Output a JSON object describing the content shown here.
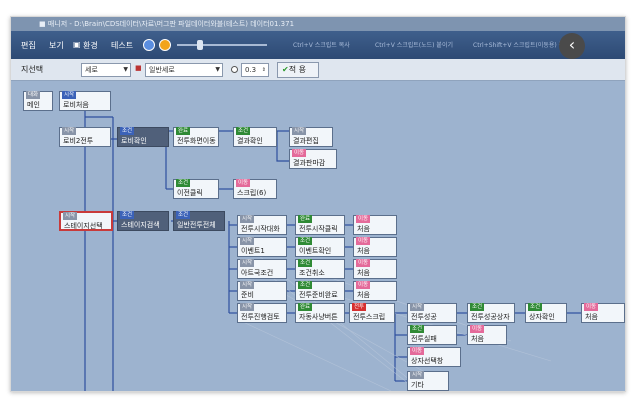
{
  "window": {
    "title": "■ 매니저 - D:\\Brain\\CDS데이터\\자료\\머그판 파일데이터와블(테스트) 데이터01.371"
  },
  "menu": {
    "edit": "편집",
    "view": "보기",
    "env": "환경",
    "test": "테스트"
  },
  "top_buttons": [
    "Ctrl+V 스크립트 복사",
    "Ctrl+V 스크립트(노드) 붙이기",
    "Ctrl+Shift+V 스크립트(이동용) 붙이기"
  ],
  "toolbar": {
    "left_label": "지선택",
    "combo1": "세로",
    "combo2": "일반세로",
    "spin_value": "0.3",
    "apply_label": "적 용"
  },
  "nodes": [
    {
      "id": "n1",
      "tag": "대화",
      "tagc": "gray",
      "text": "메인",
      "dark": false
    },
    {
      "id": "n2",
      "tag": "시작",
      "tagc": "blue",
      "text": "로비처음",
      "dark": false
    },
    {
      "id": "n3",
      "tag": "시작",
      "tagc": "gray",
      "text": "로비2전투",
      "dark": false
    },
    {
      "id": "n4",
      "tag": "조건",
      "tagc": "blue",
      "text": "로비확인",
      "dark": true
    },
    {
      "id": "n5",
      "tag": "완료",
      "tagc": "green",
      "text": "전투화면이동",
      "dark": false
    },
    {
      "id": "n6",
      "tag": "조건",
      "tagc": "green",
      "text": "결과확인",
      "dark": false
    },
    {
      "id": "n7",
      "tag": "시작",
      "tagc": "gray",
      "text": "결과편집",
      "dark": false
    },
    {
      "id": "n8",
      "tag": "이동",
      "tagc": "pink",
      "text": "결과판마감",
      "dark": false
    },
    {
      "id": "n9",
      "tag": "조건",
      "tagc": "green",
      "text": "이전클릭",
      "dark": false
    },
    {
      "id": "n10",
      "tag": "이동",
      "tagc": "pink",
      "text": "스크립(6)",
      "dark": false
    },
    {
      "id": "n11",
      "tag": "시작",
      "tagc": "gray",
      "text": "스테이지선택",
      "dark": false,
      "sel": true
    },
    {
      "id": "n12",
      "tag": "조건",
      "tagc": "blue",
      "text": "스테이지검색",
      "dark": true
    },
    {
      "id": "n13",
      "tag": "조건",
      "tagc": "blue",
      "text": "일반전투전체",
      "dark": true
    },
    {
      "id": "n14",
      "tag": "시작",
      "tagc": "gray",
      "text": "전투시작대화",
      "dark": false
    },
    {
      "id": "n15",
      "tag": "완료",
      "tagc": "green",
      "text": "전투시작클릭",
      "dark": false
    },
    {
      "id": "n16",
      "tag": "이동",
      "tagc": "pink",
      "text": "처음",
      "dark": false
    },
    {
      "id": "n17",
      "tag": "시작",
      "tagc": "gray",
      "text": "이벤트1",
      "dark": false
    },
    {
      "id": "n18",
      "tag": "조건",
      "tagc": "green",
      "text": "이벤트확인",
      "dark": false
    },
    {
      "id": "n19",
      "tag": "이동",
      "tagc": "pink",
      "text": "처음",
      "dark": false
    },
    {
      "id": "n20",
      "tag": "시작",
      "tagc": "gray",
      "text": "아트국조건",
      "dark": false
    },
    {
      "id": "n21",
      "tag": "조건",
      "tagc": "green",
      "text": "조건취소",
      "dark": false
    },
    {
      "id": "n22",
      "tag": "이동",
      "tagc": "pink",
      "text": "처음",
      "dark": false
    },
    {
      "id": "n23",
      "tag": "시작",
      "tagc": "gray",
      "text": "준비",
      "dark": false
    },
    {
      "id": "n24",
      "tag": "조건",
      "tagc": "green",
      "text": "전투준비완료",
      "dark": false
    },
    {
      "id": "n25",
      "tag": "이동",
      "tagc": "pink",
      "text": "처음",
      "dark": false
    },
    {
      "id": "n26",
      "tag": "시작",
      "tagc": "gray",
      "text": "전투진행검토",
      "dark": false
    },
    {
      "id": "n27",
      "tag": "완료",
      "tagc": "green",
      "text": "자동사냥버튼",
      "dark": false
    },
    {
      "id": "n28",
      "tag": "전투",
      "tagc": "red",
      "text": "전투스크립",
      "dark": false
    },
    {
      "id": "n29",
      "tag": "시작",
      "tagc": "gray",
      "text": "전투성공",
      "dark": false
    },
    {
      "id": "n30",
      "tag": "조건",
      "tagc": "green",
      "text": "전투성공상자",
      "dark": false
    },
    {
      "id": "n31",
      "tag": "조건",
      "tagc": "green",
      "text": "상자확인",
      "dark": false
    },
    {
      "id": "n32",
      "tag": "이동",
      "tagc": "pink",
      "text": "처음",
      "dark": false
    },
    {
      "id": "n33",
      "tag": "조건",
      "tagc": "green",
      "text": "전투실패",
      "dark": false
    },
    {
      "id": "n34",
      "tag": "이동",
      "tagc": "pink",
      "text": "처음",
      "dark": false
    },
    {
      "id": "n35",
      "tag": "이동",
      "tagc": "pink",
      "text": "상자선택창",
      "dark": false
    },
    {
      "id": "n36",
      "tag": "시작",
      "tagc": "gray",
      "text": "기타",
      "dark": false
    }
  ]
}
